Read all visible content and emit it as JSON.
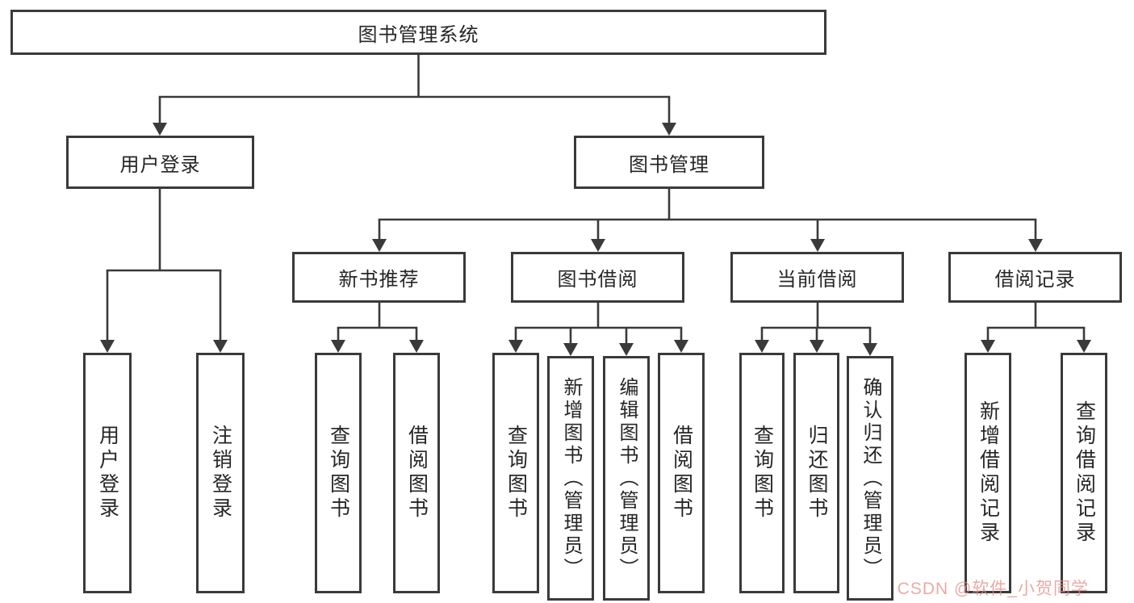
{
  "diagram": {
    "title": "图书管理系统",
    "nodes": {
      "root": "图书管理系统",
      "level2": [
        "用户登录",
        "图书管理"
      ],
      "level3": [
        "新书推荐",
        "图书借阅",
        "当前借阅",
        "借阅记录"
      ],
      "leaves_login": [
        "用户登录",
        "注销登录"
      ],
      "leaves_newbook": [
        "查询图书",
        "借阅图书"
      ],
      "leaves_borrow": [
        "查询图书",
        "新增图书（管理员）",
        "编辑图书（管理员）",
        "借阅图书"
      ],
      "leaves_current": [
        "查询图书",
        "归还图书",
        "确认归还（管理员）"
      ],
      "leaves_records": [
        "新增借阅记录",
        "查询借阅记录"
      ]
    },
    "edges": [
      "图书管理系统 -> 用户登录",
      "图书管理系统 -> 图书管理",
      "用户登录 -> 用户登录",
      "用户登录 -> 注销登录",
      "图书管理 -> 新书推荐",
      "图书管理 -> 图书借阅",
      "图书管理 -> 当前借阅",
      "图书管理 -> 借阅记录",
      "新书推荐 -> 查询图书",
      "新书推荐 -> 借阅图书",
      "图书借阅 -> 查询图书",
      "图书借阅 -> 新增图书（管理员）",
      "图书借阅 -> 编辑图书（管理员）",
      "图书借阅 -> 借阅图书",
      "当前借阅 -> 查询图书",
      "当前借阅 -> 归还图书",
      "当前借阅 -> 确认归还（管理员）",
      "借阅记录 -> 新增借阅记录",
      "借阅记录 -> 查询借阅记录"
    ],
    "colors": {
      "line": "#3a3a3a",
      "box_border": "#3a3a3a",
      "text": "#262626",
      "background": "#ffffff",
      "watermark": "#e68c87"
    }
  },
  "watermark": {
    "text": "CSDN @软件_小贺同学"
  }
}
